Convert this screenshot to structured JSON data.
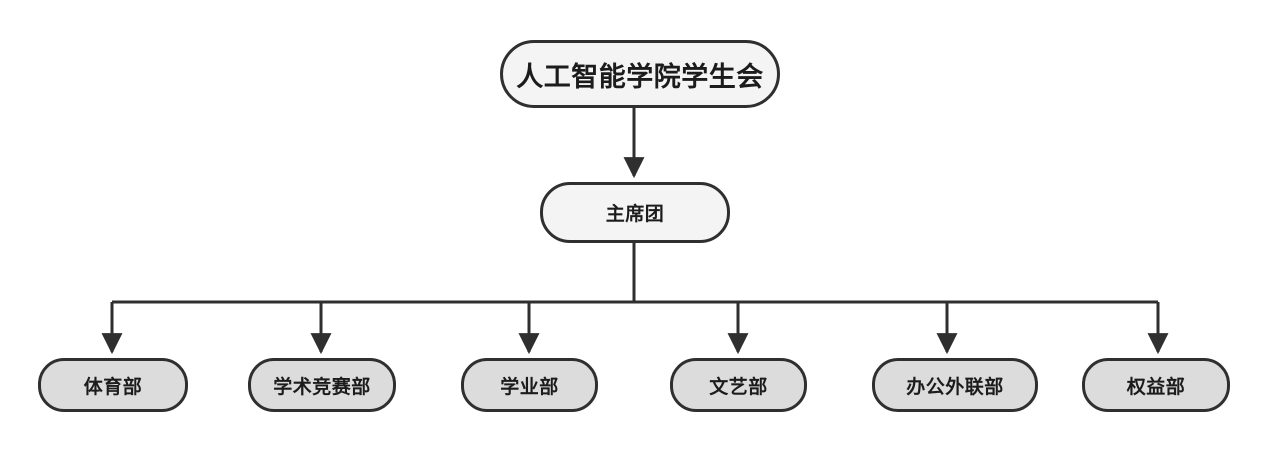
{
  "diagram": {
    "type": "org-chart",
    "title_text": "人工智能学院学生会",
    "background_color": "#ffffff",
    "node_border_color": "#2f2f2f",
    "node_text_color": "#1c1c1c",
    "top_node_fill": "#f4f4f4",
    "leaf_node_fill": "#dcdcdc",
    "edge_color": "#2f2f2f"
  },
  "nodes": {
    "root": {
      "label": "人工智能学院学生会",
      "level": "1"
    },
    "presidium": {
      "label": "主席团",
      "level": "2"
    },
    "departments": [
      {
        "label": "体育部",
        "level": "3"
      },
      {
        "label": "学术竞赛部",
        "level": "3"
      },
      {
        "label": "学业部",
        "level": "3"
      },
      {
        "label": "文艺部",
        "level": "3"
      },
      {
        "label": "办公外联部",
        "level": "3"
      },
      {
        "label": "权益部",
        "level": "3"
      }
    ]
  },
  "edges": [
    {
      "from": "人工智能学院学生会",
      "to": "主席团"
    },
    {
      "from": "主席团",
      "to": "体育部"
    },
    {
      "from": "主席团",
      "to": "学术竞赛部"
    },
    {
      "from": "主席团",
      "to": "学业部"
    },
    {
      "from": "主席团",
      "to": "文艺部"
    },
    {
      "from": "主席团",
      "to": "办公外联部"
    },
    {
      "from": "主席团",
      "to": "权益部"
    }
  ]
}
